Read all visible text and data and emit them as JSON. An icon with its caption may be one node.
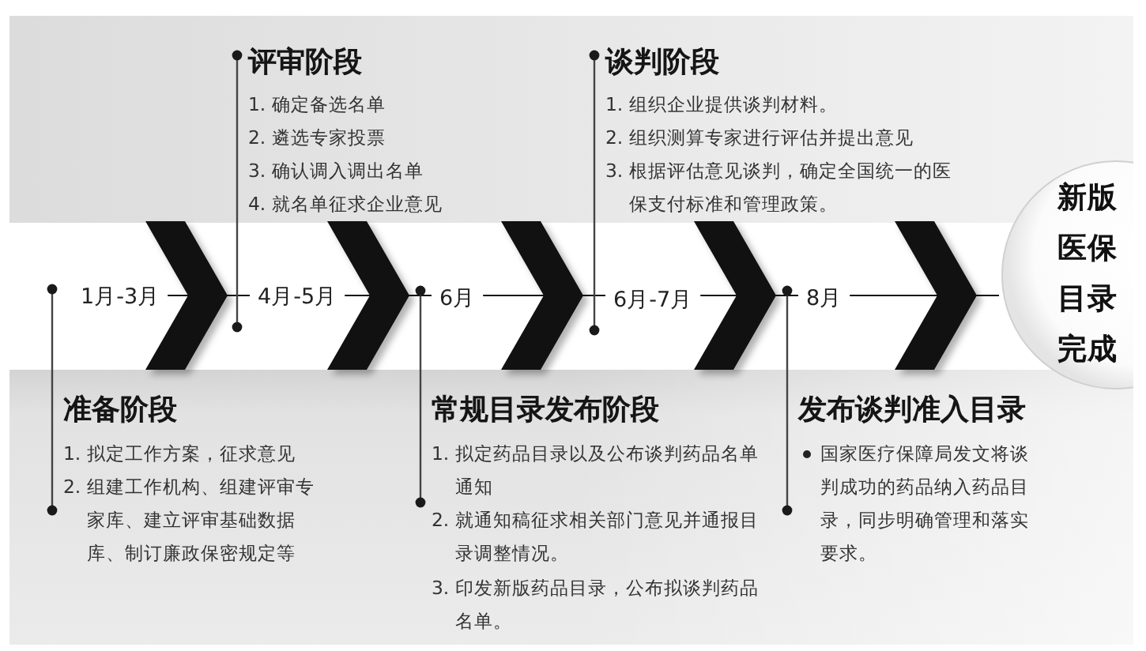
{
  "diagram": {
    "nodes": [
      {
        "text": [
          "评审阶段",
          "1. 确定备选名单",
          "2. 遴选专家投票",
          "3. 确认调入调出名单",
          "4. 就名单征求企业意见"
        ]
      },
      {
        "text": [
          "谈判阶段",
          "1. 组织企业提供谈判材料。",
          "2. 组织测算专家进行评估并提出意见",
          "3. 根据评估意见谈判，确定全国统一的医保支付标准和管理政策。"
        ]
      },
      {
        "text": [
          "1月-3月"
        ]
      },
      {
        "text": [
          "4月-5月"
        ]
      },
      {
        "text": [
          "6月"
        ]
      },
      {
        "text": [
          "6月-7月"
        ]
      },
      {
        "text": [
          "8月"
        ]
      },
      {
        "text": [
          "新版医保目录完成"
        ]
      },
      {
        "text": [
          "准备阶段",
          "1. 拟定工作方案，征求意见",
          "2. 组建工作机构、组建评审专家库、建立评审基础数据库、制订廉政保密规定等"
        ]
      },
      {
        "text": [
          "常规目录发布阶段",
          "1. 拟定药品目录以及公布谈判药品名单通知",
          "2. 就通知稿征求相关部门意见并通报目录调整情况。",
          "3. 印发新版药品目录，公布拟谈判药品名单。"
        ]
      },
      {
        "text": [
          "发布谈判准入目录",
          "国家医疗保障局发文将谈判成功的药品纳入药品目录，同步明确管理和落实要求。"
        ]
      }
    ],
    "edges": [
      {
        "from": 2,
        "to": 3,
        "arrow": "to"
      },
      {
        "from": 3,
        "to": 4,
        "arrow": "to"
      },
      {
        "from": 4,
        "to": 5,
        "arrow": "to"
      },
      {
        "from": 5,
        "to": 6,
        "arrow": "to"
      },
      {
        "from": 6,
        "to": 7,
        "arrow": "to"
      },
      {
        "from": 2,
        "to": 8,
        "arrow": "other"
      },
      {
        "from": 3,
        "to": 0,
        "arrow": "other"
      },
      {
        "from": 4,
        "to": 9,
        "arrow": "other"
      },
      {
        "from": 5,
        "to": 1,
        "arrow": "other"
      },
      {
        "from": 6,
        "to": 10,
        "arrow": "other"
      }
    ]
  }
}
